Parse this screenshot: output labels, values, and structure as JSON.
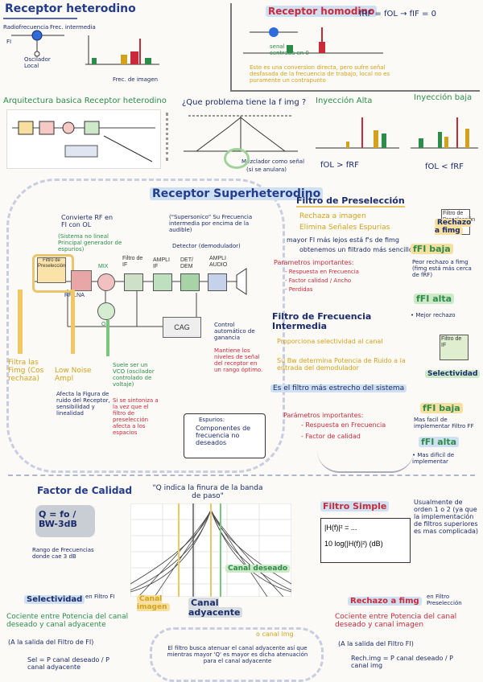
{
  "top": {
    "heterodino_title": "Receptor heterodino",
    "radiofrecuencia": "Radiofrecuencia",
    "frec_intermedia": "Frec. intermedia",
    "fi_label": "FI",
    "oscilador_local": "Oscilador\nLocal",
    "frec_imagen": "Frec. de imagen",
    "homodino_title": "Receptor homodino",
    "homodino_eq": "fRF = fOL → fIF = 0",
    "homodino_note1": "senal",
    "homodino_note2": "centrada en 0",
    "homodino_desc": "Este es una conversion directa, pero sufre señal desfasada de la frecuencia de trabajo, local no es puramente un contrapunto",
    "arq_title": "Arquitectura basica Receptor heterodino",
    "problema_title": "¿Que problema tiene la f img ?",
    "inyeccion_alta": "Inyección Alta",
    "inyeccion_baja": "Inyección baja",
    "folfrf_gt": "fOL > fRF",
    "folfrf_lt": "fOL < fRF",
    "mezclador_note": "Mezclador como señal",
    "se_anula": "(si se anulara)"
  },
  "super": {
    "title": "Receptor Superheterodino",
    "convierte": "Convierte RF en FI con OL",
    "sistema": "(Sistema no lineal Principal generador de espurios)",
    "supersonico": "(\"Supersonico\" Su Frecuencia intermedia por encima de la audible)",
    "detector": "Detector (demodulador)",
    "blocks": {
      "filtro_pre": "Filtro de Preselección",
      "rf_lna": "RF LNA",
      "mix": "MIX",
      "filtro_if": "Filtro de IF",
      "ampli_if": "AMPLI IF",
      "det_dem": "DET/ DEM",
      "ampli_audio": "AMPLI AUDIO",
      "ol": "OL",
      "cag": "CAG"
    },
    "control": "Control automático de ganancia",
    "mantiene": "Mantiene los niveles de señal del receptor en un rango óptimo.",
    "filtra_las": "Filtra las Fimg (Cos rechaza)",
    "low_noise": "Low Noise Ampl",
    "afecta": "Afecta la Figura de ruido del Receptor, sensibilidad y linealidad",
    "suele_ser": "Suele ser un VCO (oscilador controlado de voltaje)",
    "se_sintoniza": "Si se sintoniza a la vez que el filtro de preselección afecta a los espacios",
    "espurios_title": "Espurios:",
    "espurios_desc": "Componentes de frecuencia no deseados"
  },
  "right": {
    "presel_title": "Filtro de Preselección",
    "bullet1": "Rechaza a imagen",
    "bullet2": "Elimina Señales Espurias",
    "mayor_fi": "mayor FI más lejos está f's de fimg",
    "obtenemos": "obtenemos un filtrado más sencillo",
    "parametros": "Parametros importantes:",
    "param1": "- Respuesta en Frecuencia",
    "param2": "- Factor calidad / Ancho",
    "param3": "- Perdidas",
    "icon_presel": "Filtro de Preselección",
    "rechazo_fimg": "Rechazo a fimg",
    "fi_baja": "fFI baja",
    "fi_baja_desc": "Peor rechazo a fimg (fimg está más cerca de fRF)",
    "fi_alta": "fFI alta",
    "fi_alta_desc": "• Mejor rechazo",
    "fi_title": "Filtro de Frecuencia Intermedia",
    "fi_b1": "Proporciona selectividad al canal",
    "fi_b2": "Su Bw determina Potencia de Ruido a la entrada del demodulador",
    "fi_b3": "Es el filtro más estrecho del sistema",
    "icon_if": "Filtro de IF",
    "selectividad": "Selectividad",
    "param_imp": "Parámetros importantes:",
    "pi1": "- Respuesta en Frecuencia",
    "pi2": "- Factor de calidad",
    "fi_baja2": "fFI baja",
    "fi_baja2_desc": "Mas facil de implementar Filtro FF",
    "fi_alta2": "fFI alta",
    "fi_alta2_desc": "• Mas dificil de implementar"
  },
  "bottom": {
    "factor_title": "Factor de Calidad",
    "q_eq": "Q = fo / BW-3dB",
    "rango": "Rango de Frecuencias donde cae 3 dB",
    "q_quote": "\"Q indica la finura de la banda de paso\"",
    "canal_deseado": "Canal deseado",
    "canal_imagen": "Canal imagen",
    "canal_adyacente": "Canal adyacente",
    "filtro_simple": "Filtro Simple",
    "h_eq1": "|H(f)|² = ...",
    "h_eq2": "10 log(|H(f)|²) (dB)",
    "usualmente": "Usualmente de orden 1 o 2 (ya que la implementación de filtros superiores es mas complicada)",
    "sel_title": "Selectividad",
    "sel_sub": "en Filtro FI",
    "sel_def": "Cociente entre Potencia del canal deseado y canal adyacente",
    "sel_note": "(A la salida del Filtro de FI)",
    "sel_eq": "Sel = P canal deseado / P canal adyacente",
    "rech_title": "Rechazo a fimg",
    "rech_sub": "en Filtro Preselección",
    "rech_def": "Cociente entre Potencia del canal deseado y canal imagen",
    "rech_note": "(A la salida del Filtro FI)",
    "rech_eq": "Rech.img = P canal deseado / P canal img",
    "cloud_text": "El filtro busca atenuar el canal adyacente así que mientras mayor 'Q' es mayor es dicha atenuación para el canal adyacente",
    "cloud_ann": "o canal img"
  },
  "colors": {
    "blue": "#233c8e",
    "red": "#c92a3a",
    "green": "#2c8c4a",
    "yellow": "#d3a21c"
  }
}
